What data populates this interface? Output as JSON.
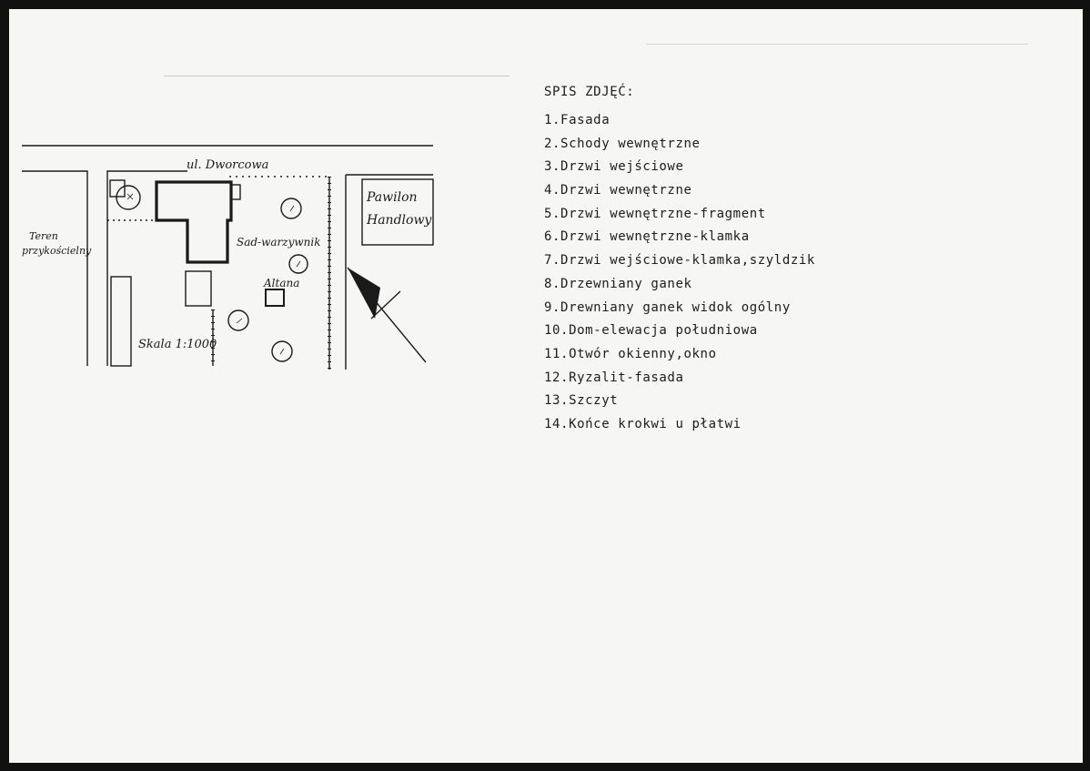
{
  "plan": {
    "street_label": "ul. Dworcowa",
    "area_left_label_line1": "Teren",
    "area_left_label_line2": "przykościelny",
    "pavilion_label_line1": "Pawilon",
    "pavilion_label_line2": "Handlowy",
    "garden_label": "Sad-warzywnik",
    "outbuilding_label": "Altana",
    "scale_label": "Skala 1:1000"
  },
  "photo_list": {
    "title": "SPIS ZDJĘĆ:",
    "items": [
      "1.Fasada",
      "2.Schody wewnętrzne",
      "3.Drzwi wejściowe",
      "4.Drzwi wewnętrzne",
      "5.Drzwi wewnętrzne-fragment",
      "6.Drzwi wewnętrzne-klamka",
      "7.Drzwi wejściowe-klamka,szyldzik",
      "8.Drzewniany ganek",
      "9.Drewniany ganek widok ogólny",
      "10.Dom-elewacja południowa",
      "11.Otwór okienny,okno",
      "12.Ryzalit-fasada",
      "13.Szczyt",
      "14.Końce krokwi u płatwi"
    ]
  }
}
